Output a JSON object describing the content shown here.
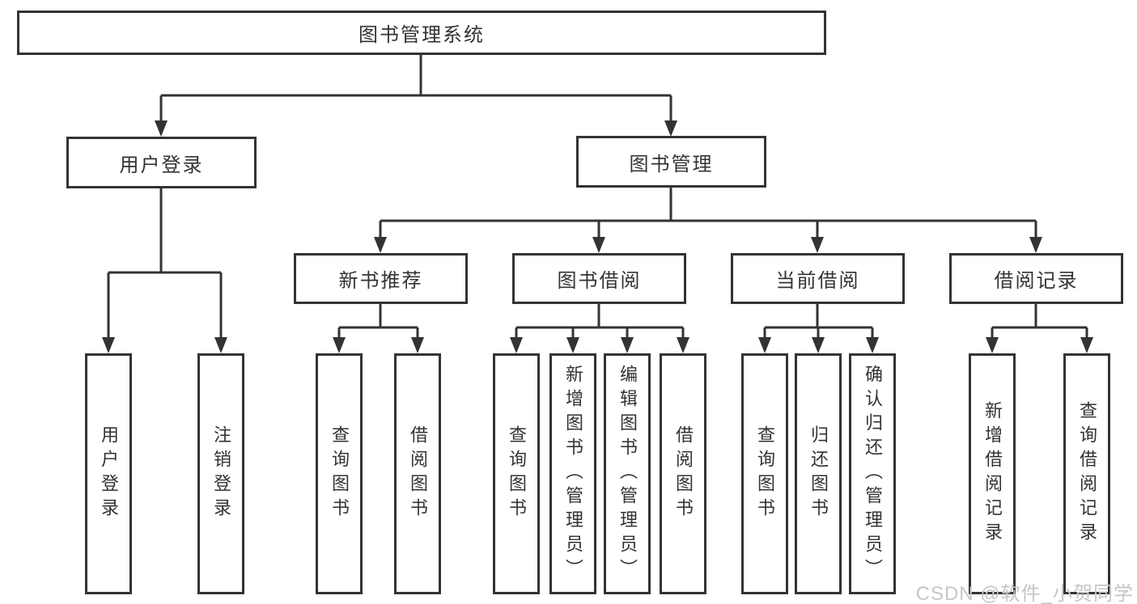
{
  "diagram": {
    "root": "图书管理系统",
    "branches": [
      {
        "label": "用户登录",
        "children": [
          "用户登录",
          "注销登录"
        ]
      },
      {
        "label": "图书管理",
        "groups": [
          {
            "label": "新书推荐",
            "children": [
              "查询图书",
              "借阅图书"
            ]
          },
          {
            "label": "图书借阅",
            "children": [
              "查询图书",
              "新增图书（管理员）",
              "编辑图书（管理员）",
              "借阅图书"
            ]
          },
          {
            "label": "当前借阅",
            "children": [
              "查询图书",
              "归还图书",
              "确认归还（管理员）"
            ]
          },
          {
            "label": "借阅记录",
            "children": [
              "新增借阅记录",
              "查询借阅记录"
            ]
          }
        ]
      }
    ]
  },
  "watermark": "CSDN @软件_小贺同学",
  "colors": {
    "line": "#333333",
    "box_border": "#333333",
    "text": "#333333",
    "watermark": "#c6c6c6",
    "background": "#ffffff"
  }
}
